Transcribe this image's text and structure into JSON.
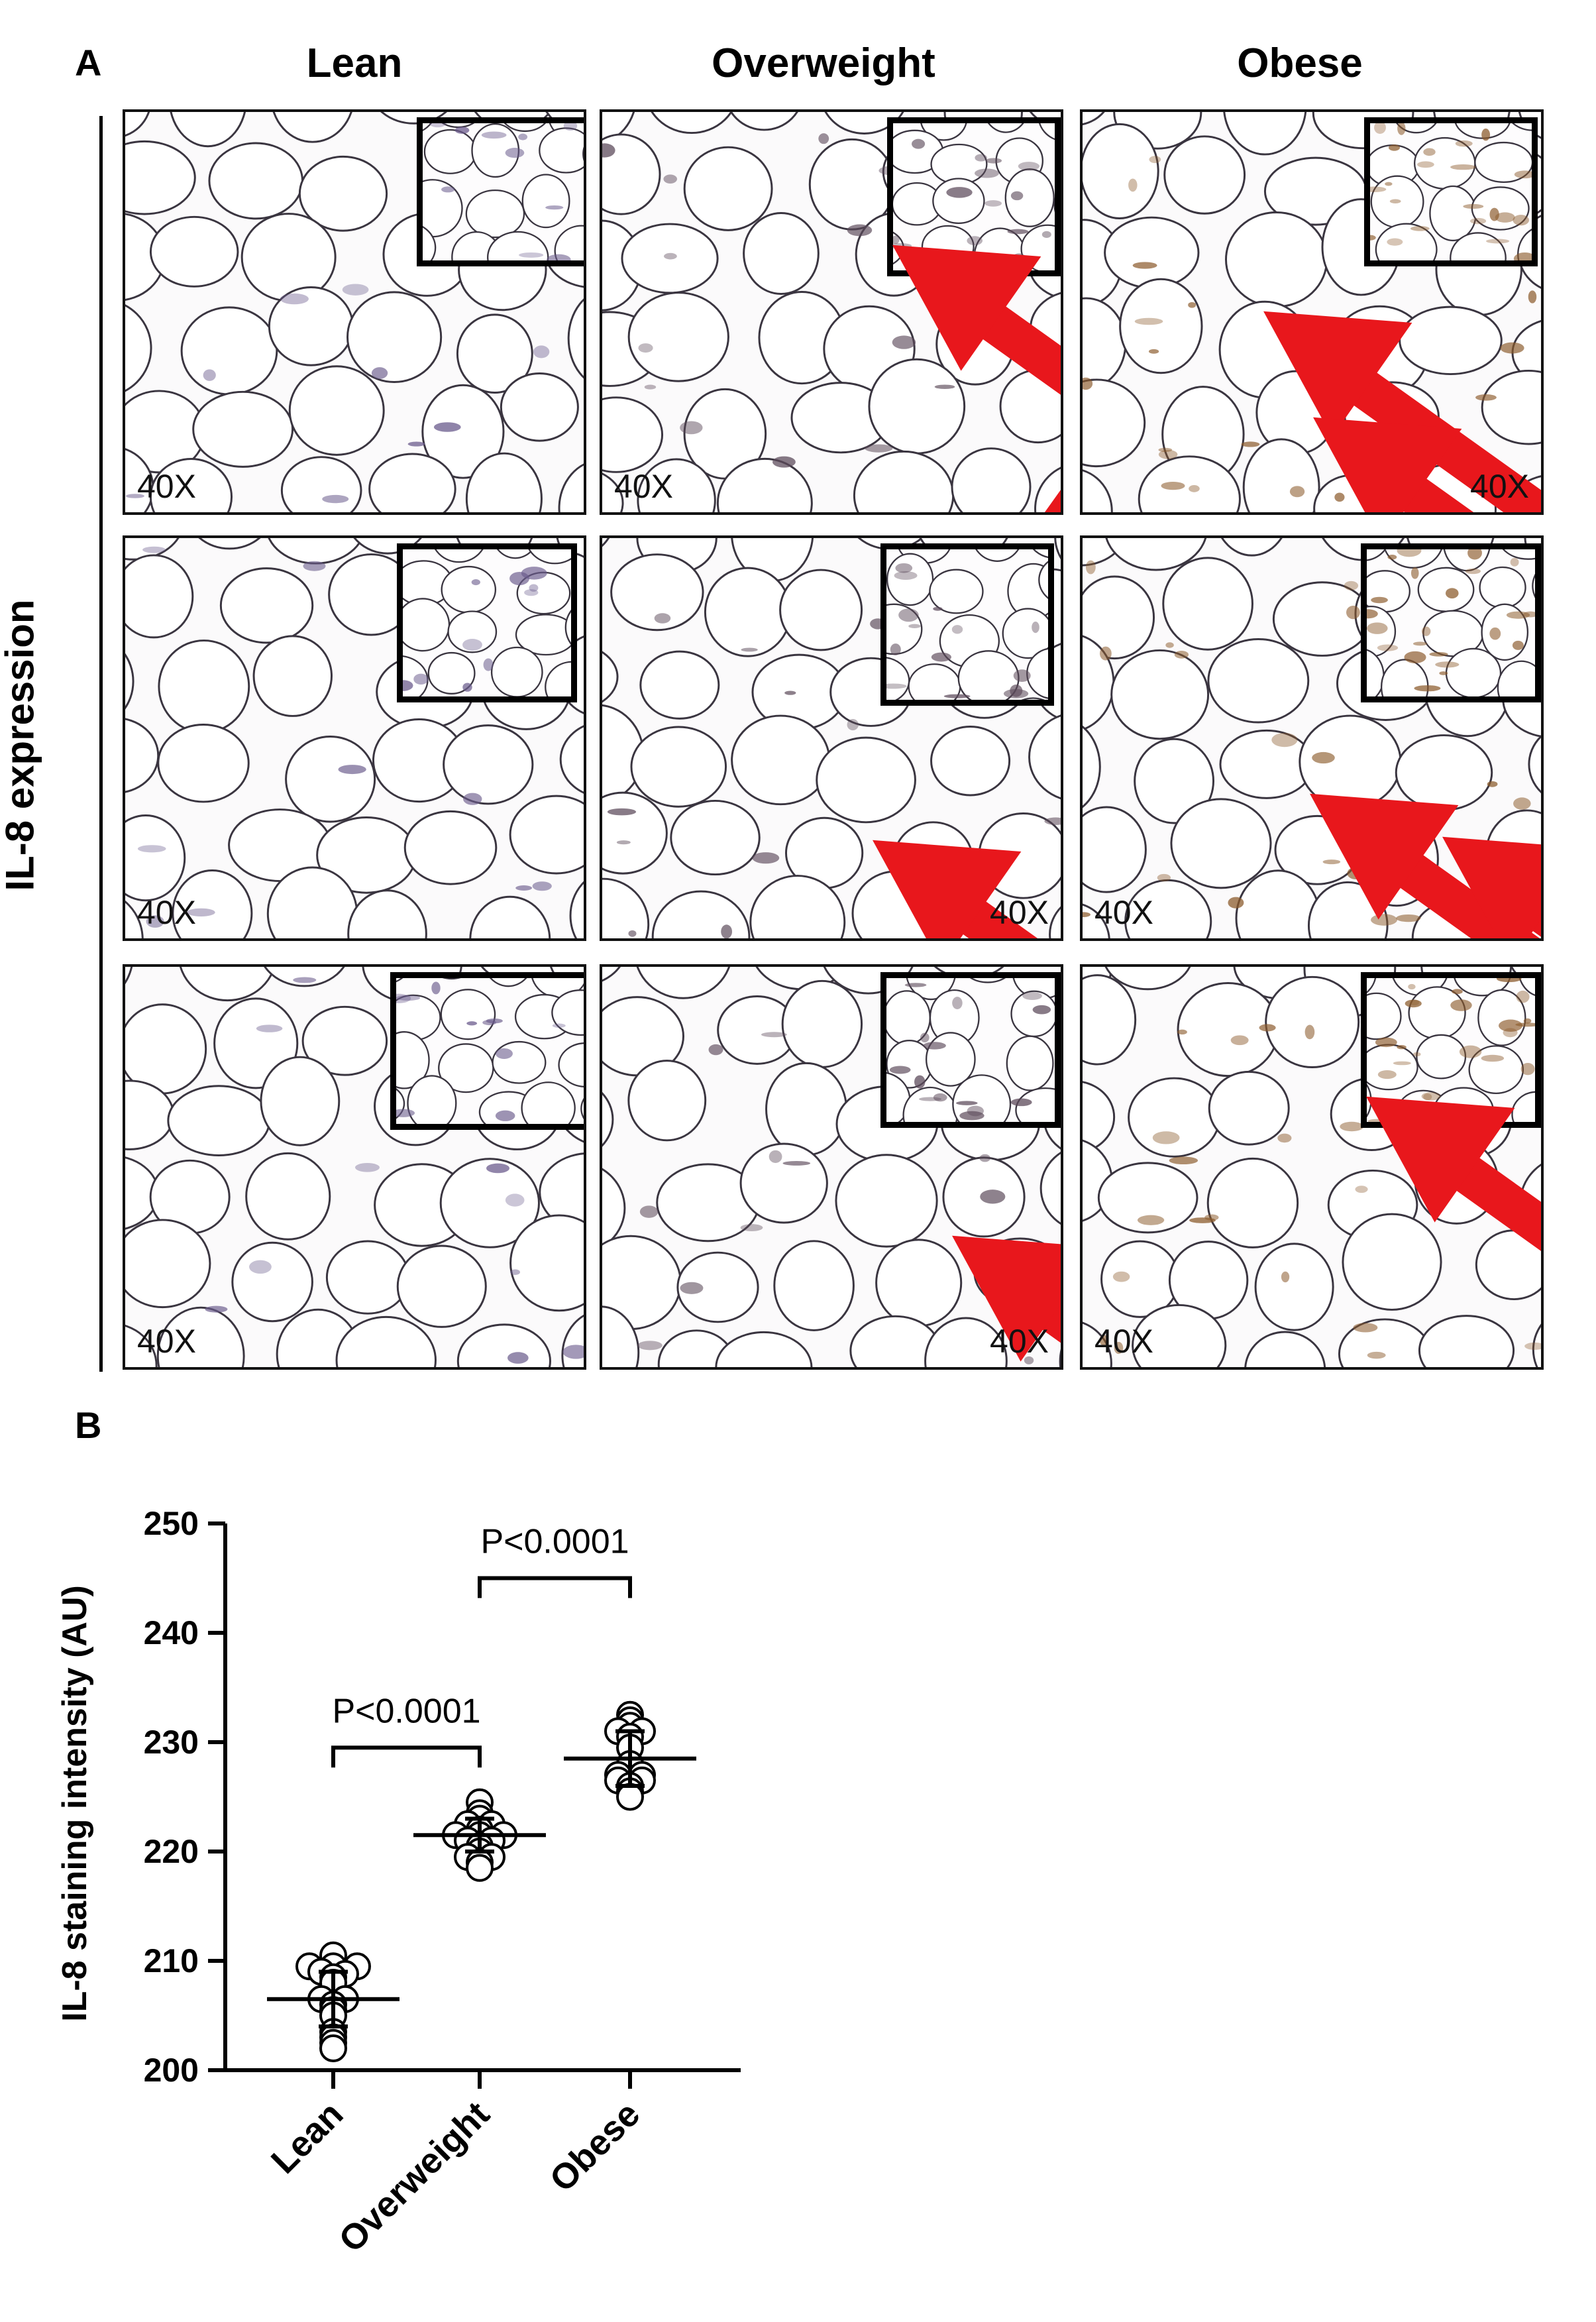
{
  "panel_a": {
    "label": "A",
    "row_label": "IL-8 expression",
    "columns": [
      "Lean",
      "Overweight",
      "Obese"
    ],
    "magnification": "40X",
    "colors": {
      "tissue_stain": "#6a5b8c",
      "il8_stain": "#8b5a2b",
      "arrow": "#e8171c"
    }
  },
  "panel_b": {
    "label": "B"
  },
  "chart_data": {
    "type": "scatter",
    "ylabel": "IL-8 staining intensity (AU)",
    "ylim": [
      200,
      250
    ],
    "yticks": [
      200,
      210,
      220,
      230,
      240,
      250
    ],
    "categories": [
      "Lean",
      "Overweight",
      "Obese"
    ],
    "series": [
      {
        "category": "Lean",
        "mean": 206.5,
        "sd_low": 204.0,
        "sd_high": 209.0,
        "values": [
          210.5,
          209.5,
          209.5,
          209.5,
          209.0,
          208.8,
          208.5,
          208.0,
          206.5,
          206.5,
          206.0,
          205.5,
          205.0,
          203.5,
          203.0,
          202.5,
          202.0
        ]
      },
      {
        "category": "Overweight",
        "mean": 221.5,
        "sd_low": 220.0,
        "sd_high": 223.0,
        "values": [
          224.5,
          223.5,
          223.0,
          222.5,
          222.5,
          222.0,
          221.5,
          221.5,
          221.5,
          221.0,
          221.0,
          220.5,
          220.0,
          219.5,
          219.5,
          219.0,
          218.5
        ]
      },
      {
        "category": "Obese",
        "mean": 228.5,
        "sd_low": 226.0,
        "sd_high": 231.0,
        "values": [
          232.5,
          232.0,
          231.5,
          231.0,
          231.0,
          230.5,
          229.5,
          228.0,
          227.0,
          227.0,
          226.5,
          226.5,
          226.0,
          225.5,
          225.0
        ]
      }
    ],
    "comparisons": [
      {
        "from": "Lean",
        "to": "Overweight",
        "label": "P<0.0001",
        "y": 229.5
      },
      {
        "from": "Overweight",
        "to": "Obese",
        "label": "P<0.0001",
        "y": 245
      }
    ]
  }
}
